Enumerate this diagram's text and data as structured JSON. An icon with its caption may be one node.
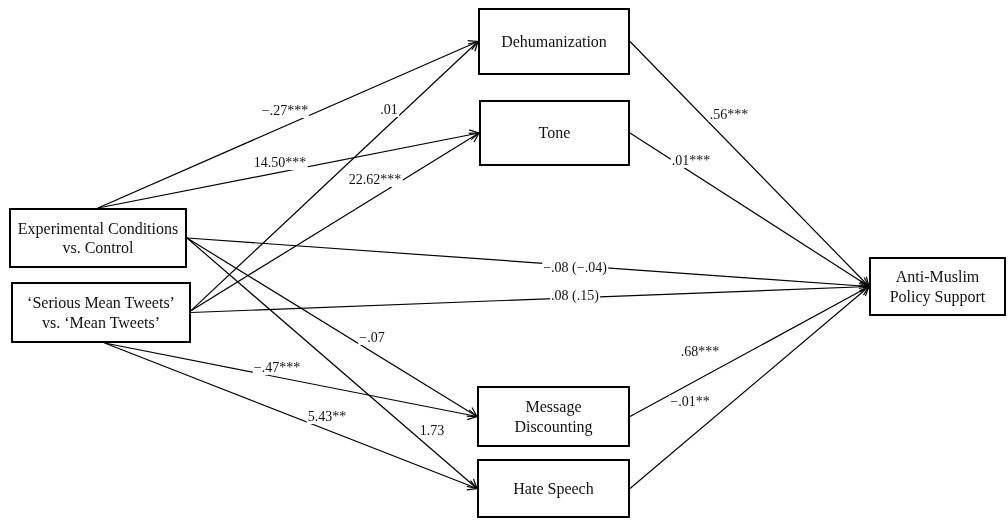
{
  "diagram": {
    "nodes": [
      {
        "text": [
          "Experimental Conditions vs. Control"
        ]
      },
      {
        "text": [
          "‘Serious Mean Tweets’ vs. ‘Mean Tweets’"
        ]
      },
      {
        "text": [
          "Dehumanization"
        ]
      },
      {
        "text": [
          "Tone"
        ]
      },
      {
        "text": [
          "Message Discounting"
        ]
      },
      {
        "text": [
          "Hate Speech"
        ]
      },
      {
        "text": [
          "Anti-Muslim Policy Support"
        ]
      }
    ],
    "edges": [
      {
        "from": 0,
        "to": 2,
        "arrow": "to",
        "label": "−.27***"
      },
      {
        "from": 1,
        "to": 2,
        "arrow": "to",
        "label": ".01"
      },
      {
        "from": 0,
        "to": 3,
        "arrow": "to",
        "label": "14.50***"
      },
      {
        "from": 1,
        "to": 3,
        "arrow": "to",
        "label": "22.62***"
      },
      {
        "from": 0,
        "to": 6,
        "arrow": "to",
        "label": "−.08 (−.04)"
      },
      {
        "from": 1,
        "to": 6,
        "arrow": "to",
        "label": ".08 (.15)"
      },
      {
        "from": 0,
        "to": 4,
        "arrow": "to",
        "label": "−.07"
      },
      {
        "from": 1,
        "to": 4,
        "arrow": "to",
        "label": "−.47***"
      },
      {
        "from": 1,
        "to": 5,
        "arrow": "to",
        "label": "5.43**"
      },
      {
        "from": 0,
        "to": 5,
        "arrow": "to",
        "label": "1.73"
      },
      {
        "from": 2,
        "to": 6,
        "arrow": "to",
        "label": ".56***"
      },
      {
        "from": 3,
        "to": 6,
        "arrow": "to",
        "label": ".01***"
      },
      {
        "from": 4,
        "to": 6,
        "arrow": "to",
        "label": ".68***"
      },
      {
        "from": 5,
        "to": 6,
        "arrow": "to",
        "label": "−.01**"
      }
    ]
  }
}
